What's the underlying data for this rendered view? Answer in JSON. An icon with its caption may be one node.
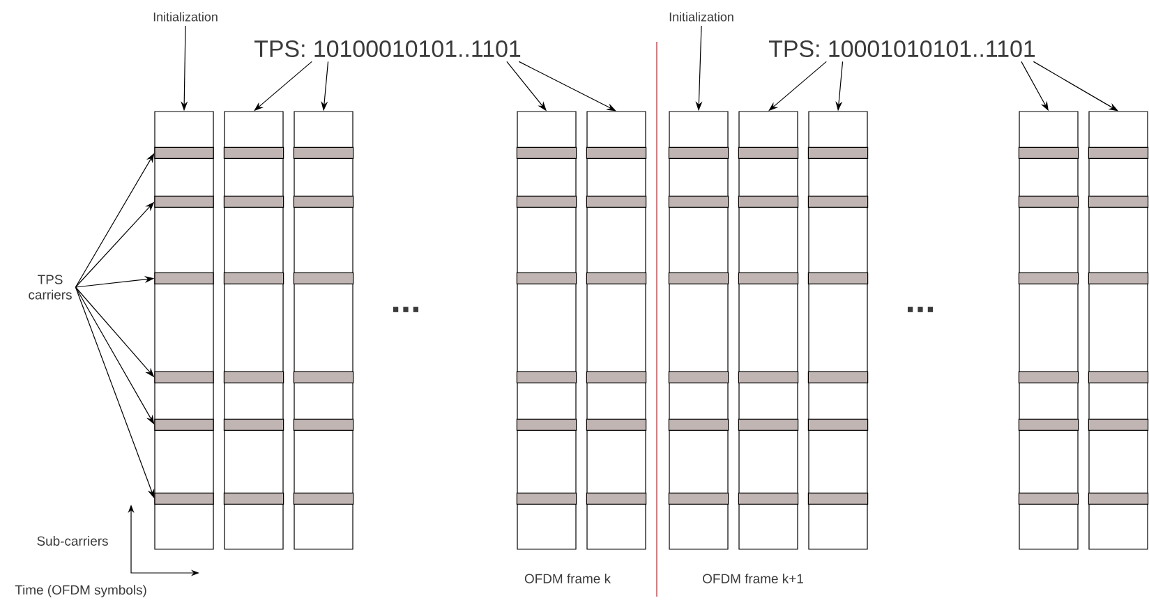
{
  "diagram": {
    "nodes": [
      {
        "text": [
          "Initialization"
        ]
      },
      {
        "text": [
          "TPS: 10100010101..1101"
        ]
      },
      {
        "text": [
          "Initialization"
        ]
      },
      {
        "text": [
          "TPS: 10001010101..1101"
        ]
      },
      {
        "text": [
          "TPS carriers"
        ]
      },
      {
        "text": [],
        "shape": "box"
      },
      {
        "text": [],
        "shape": "box"
      },
      {
        "text": [],
        "shape": "box"
      },
      {
        "text": [],
        "shape": "box"
      },
      {
        "text": [],
        "shape": "box"
      },
      {
        "text": [],
        "shape": "box"
      },
      {
        "text": [],
        "shape": "box"
      },
      {
        "text": [],
        "shape": "box"
      },
      {
        "text": [],
        "shape": "box"
      },
      {
        "text": [],
        "shape": "box"
      },
      {
        "text": [],
        "shape": "bar",
        "in": 5
      },
      {
        "text": [],
        "shape": "bar",
        "in": 5
      },
      {
        "text": [],
        "shape": "bar",
        "in": 5
      },
      {
        "text": [],
        "shape": "bar",
        "in": 5
      },
      {
        "text": [],
        "shape": "bar",
        "in": 5
      },
      {
        "text": [],
        "shape": "bar",
        "in": 5
      }
    ],
    "edges": [
      {
        "from": 0,
        "to": 5,
        "arrow": "to"
      },
      {
        "from": 1,
        "to": 6,
        "arrow": "to"
      },
      {
        "from": 1,
        "to": 7,
        "arrow": "to"
      },
      {
        "from": 1,
        "to": 8,
        "arrow": "to"
      },
      {
        "from": 1,
        "to": 9,
        "arrow": "to"
      },
      {
        "from": 2,
        "to": 10,
        "arrow": "to"
      },
      {
        "from": 3,
        "to": 11,
        "arrow": "to"
      },
      {
        "from": 3,
        "to": 12,
        "arrow": "to"
      },
      {
        "from": 3,
        "to": 13,
        "arrow": "to"
      },
      {
        "from": 3,
        "to": 14,
        "arrow": "to"
      },
      {
        "from": 4,
        "to": 15,
        "arrow": "to"
      },
      {
        "from": 4,
        "to": 16,
        "arrow": "to"
      },
      {
        "from": 4,
        "to": 17,
        "arrow": "to"
      },
      {
        "from": 4,
        "to": 18,
        "arrow": "to"
      },
      {
        "from": 4,
        "to": 19,
        "arrow": "to"
      },
      {
        "from": 4,
        "to": 20,
        "arrow": "to"
      }
    ],
    "labels": [
      "...",
      "...",
      "Sub-carriers",
      "Time (OFDM symbols)",
      "OFDM frame k",
      "OFDM frame k+1"
    ]
  }
}
